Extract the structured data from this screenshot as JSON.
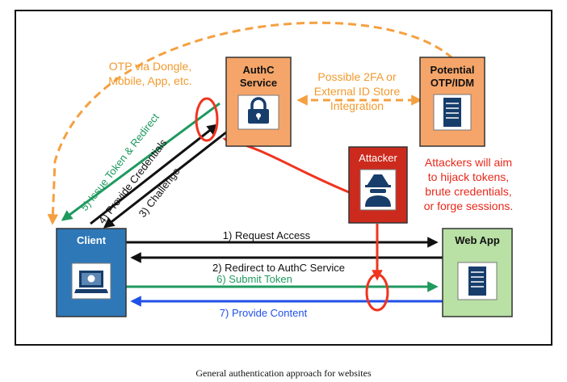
{
  "colors": {
    "orange": "#f5a040",
    "orange_text": "#f29a2e",
    "blue_box": "#2e78b8",
    "green_box": "#b9e0a5",
    "red_box": "#cc2a1d",
    "green_arrow": "#1f9a5f",
    "blue_arrow": "#2050e8",
    "red": "#f0341f",
    "black": "#111111"
  },
  "nodes": {
    "authc": {
      "line1": "AuthC",
      "line2": "Service",
      "icon": "lock-icon"
    },
    "otp": {
      "line1": "Potential",
      "line2": "OTP/IDM",
      "icon": "server-icon"
    },
    "attacker": {
      "label": "Attacker",
      "icon": "spy-icon"
    },
    "client": {
      "label": "Client",
      "icon": "laptop-icon"
    },
    "webapp": {
      "label": "Web App",
      "icon": "server-icon"
    }
  },
  "labels": {
    "otp_via": {
      "line1": "OTP via Dongle,",
      "line2": "Mobile, App, etc."
    },
    "two_fa": {
      "line1": "Possible 2FA or",
      "line2": "External ID Store",
      "line3": "Integration"
    },
    "attackers_note": {
      "line1": "Attackers will aim",
      "line2": "to hijack tokens,",
      "line3": "brute credentials,",
      "line4": "or forge sessions."
    }
  },
  "flows": {
    "step1": "1) Request Access",
    "step2": "2) Redirect to AuthC Service",
    "step3": "3) Challenge",
    "step4": "4) Provide Credentials",
    "step5": "5) Issue Token & Redirect",
    "step6": "6) Submit Token",
    "step7": "7) Provide Content"
  },
  "caption": "General authentication approach for websites"
}
